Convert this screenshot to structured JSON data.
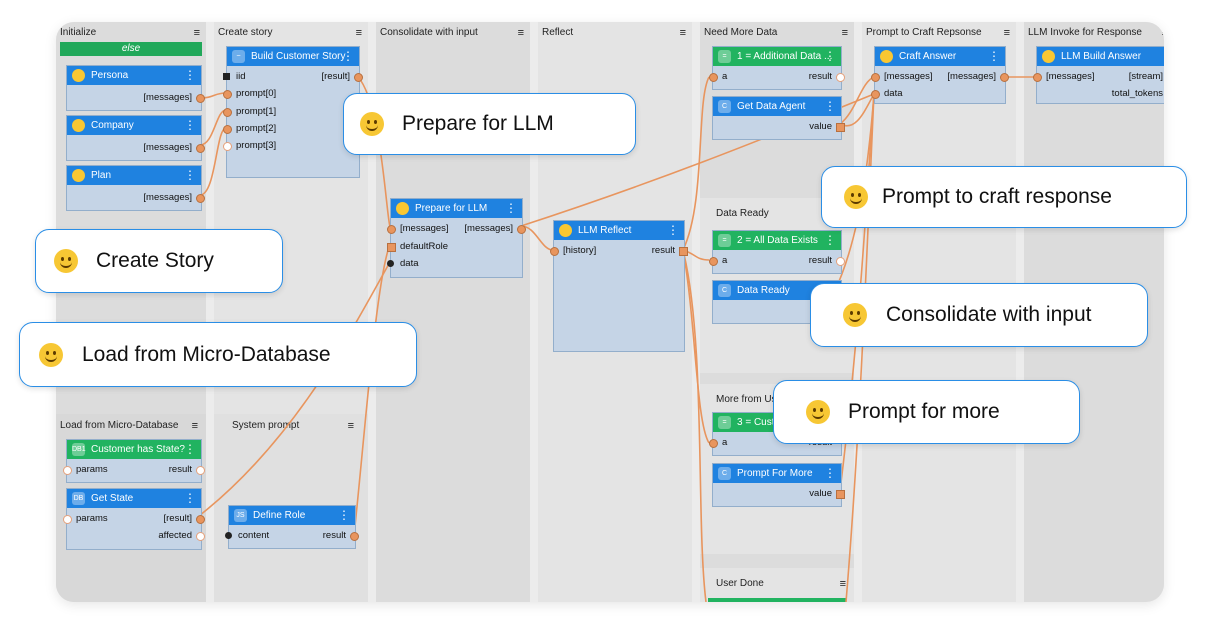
{
  "columns": [
    {
      "title": "Initialize",
      "menu": "≡"
    },
    {
      "title": "Create story",
      "menu": "≡"
    },
    {
      "title": "Consolidate with input",
      "menu": "≡"
    },
    {
      "title": "Reflect",
      "menu": "≡"
    },
    {
      "title": "Need More Data",
      "menu": "≡"
    },
    {
      "title": "Prompt to Craft Repsonse",
      "menu": "≡"
    },
    {
      "title": "LLM Invoke for Response",
      "menu": "≡"
    }
  ],
  "panels": {
    "load_db": {
      "title": "Load from Micro-Database",
      "menu": "≡"
    },
    "system_prompt": {
      "title": "System prompt",
      "menu": "≡"
    },
    "data_ready": {
      "title": "Data Ready",
      "menu": "≡"
    },
    "more_from_user": {
      "title": "More from Us"
    },
    "user_done": {
      "title": "User Done",
      "menu": "≡"
    }
  },
  "init": {
    "else_label": "else"
  },
  "nodes": {
    "persona": {
      "title": "Persona",
      "out": "[messages]"
    },
    "company": {
      "title": "Company",
      "out": "[messages]"
    },
    "plan": {
      "title": "Plan",
      "out": "[messages]"
    },
    "build_story": {
      "badge": "~",
      "title": "Build Customer Story",
      "in0": "iid",
      "out0": "[result]",
      "in1": "prompt[0]",
      "in2": "prompt[1]",
      "in3": "prompt[2]",
      "in4": "prompt[3]"
    },
    "prepare_llm": {
      "title": "Prepare for LLM",
      "in0": "[messages]",
      "out0": "[messages]",
      "in1": "defaultRole",
      "in2": "data"
    },
    "llm_reflect": {
      "title": "LLM Reflect",
      "in0": "[history]",
      "out0": "result"
    },
    "additional_data": {
      "badge": "=",
      "title": "1 = Additional Data ...",
      "in0": "a",
      "out0": "result"
    },
    "get_data_agent": {
      "badge": "C",
      "title": "Get Data Agent",
      "out0": "value"
    },
    "all_data_exists": {
      "badge": "=",
      "title": "2 = All Data Exists",
      "in0": "a",
      "out0": "result"
    },
    "data_ready_node": {
      "badge": "C",
      "title": "Data Ready"
    },
    "customer_node": {
      "badge": "=",
      "title": "3 = Custo",
      "in0": "a",
      "out0": "result"
    },
    "prompt_more": {
      "badge": "C",
      "title": "Prompt For More",
      "out0": "value"
    },
    "craft_answer": {
      "title": "Craft Answer",
      "in0": "[messages]",
      "out0": "[messages]",
      "in1": "data"
    },
    "llm_build": {
      "title": "LLM Build Answer",
      "in0": "[messages]",
      "out0": "[stream]",
      "out1": "total_tokens"
    },
    "customer_state": {
      "badge": "DB1",
      "title": "Customer has State?",
      "in0": "params",
      "out0": "result"
    },
    "get_state": {
      "badge": "DB",
      "title": "Get State",
      "in0": "params",
      "out0": "[result]",
      "out1": "affected"
    },
    "define_role": {
      "badge": "JS",
      "title": "Define Role",
      "in0": "content",
      "out0": "result"
    }
  },
  "callouts": {
    "prepare_llm": "Prepare for LLM",
    "create_story": "Create Story",
    "load_db": "Load from Micro-Database",
    "craft_response": "Prompt to craft response",
    "consolidate": "Consolidate with input",
    "prompt_more": "Prompt for more"
  },
  "colors": {
    "node_header_blue": "#1f82e0",
    "node_header_green": "#21b360",
    "node_body": "#c5d4e6",
    "wire": "#e8955e",
    "callout_border": "#2a8ee6"
  }
}
